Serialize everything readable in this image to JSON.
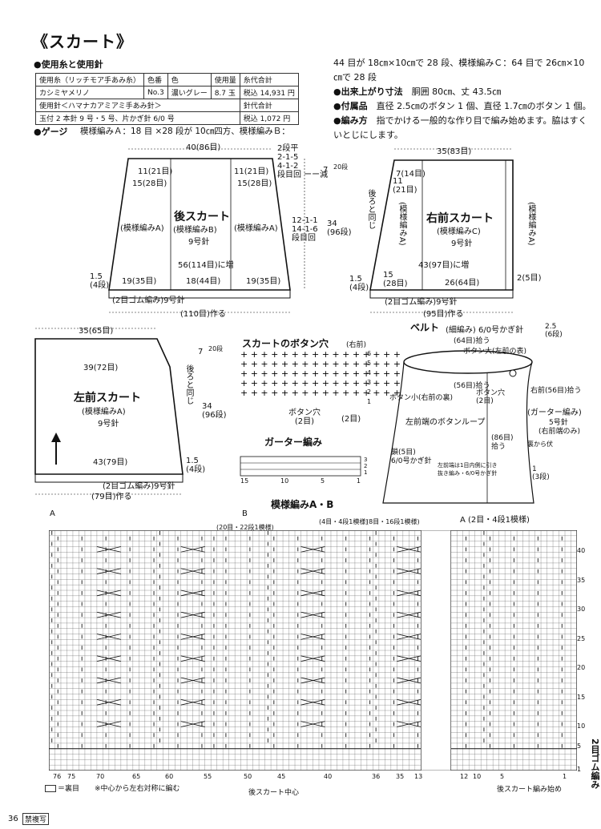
{
  "title": "《スカート》",
  "yarn_section": {
    "heading": "●使用糸と使用針",
    "rows": [
      [
        "使用糸（リッチモア手あみ糸）",
        "色番",
        "色",
        "使用量",
        "糸代合計"
      ],
      [
        "カシミヤメリノ",
        "No.3",
        "濃いグレー",
        "8.7 玉",
        "税込 14,931 円"
      ],
      [
        "使用針＜ハマナカアミアミ手あみ針＞",
        "",
        "",
        "",
        "針代合計"
      ],
      [
        "玉付 2 本針 9 号・5 号、片かぎ針 6/0 号",
        "",
        "",
        "",
        "税込 1,072 円"
      ]
    ]
  },
  "gauge": {
    "label": "●ゲージ",
    "text": "模様編みＡ：18 目 ×28 段が 10㎝四方、模様編みＢ："
  },
  "right_info": {
    "gauge_cont": "44 目が 18㎝×10㎝で 28 段、模様編みＣ：64 目で 26㎝×10",
    "gauge_cont2": "㎝で 28 段",
    "size_label": "●出来上がり寸法",
    "size_text": "胴囲 80㎝、丈 43.5㎝",
    "notions_label": "●付属品",
    "notions_text": "直径 2.5㎝のボタン 1 個、直径 1.7㎝のボタン 1 個。",
    "method_label": "●編み方",
    "method_text": "指でかける一般的な作り目で編み始めます。脇はすく",
    "method_text2": "いとじにします。"
  },
  "back_skirt": {
    "title": "後スカート",
    "needle": "9号針",
    "pattern_b": "(模様編みB)",
    "pattern_a_left": "(模様編みA)",
    "pattern_a_right": "(模様編みA)",
    "top_width": "40(86目)",
    "top_left": "11(21目)",
    "top_right": "11(21目)",
    "upper_left": "15(28目)",
    "upper_right": "15(28目)",
    "decrease": "2段平\n2-1-5\n4-1-2\n段目回 ーー減",
    "side_right": "12-1-1\n14-1-6\n段目回",
    "increase": "56(114目)に増",
    "bottom_left": "19(35目)",
    "bottom_mid": "18(44目)",
    "bottom_right": "19(35目)",
    "rib_height": "1.5\n(4段)",
    "rib": "(2目ゴム編み)9号針",
    "cast_on": "(110目)作る",
    "height": "34\n(96段)",
    "top_height": "7"
  },
  "right_front": {
    "title": "右前スカート",
    "pattern": "(模様編みC)",
    "pattern_a_left": "(模様編みA)",
    "pattern_a_right": "(模様編みA)",
    "needle": "9号針",
    "top_width": "35(83目)",
    "top1": "7(14目)",
    "top2": "11\n(21目)",
    "same_as_back": "後ろと同じ",
    "height_top": "7",
    "height_top_rows": "20段",
    "height": "34\n(96段)",
    "increase": "43(97目)に増",
    "bottom_left": "15\n(28目)",
    "bottom_right": "26(64目)",
    "side_right": "2(5目)",
    "rib_height": "1.5\n(4段)",
    "rib": "(2目ゴム編み)9号針",
    "cast_on": "(95目)作る"
  },
  "left_front": {
    "title": "左前スカート",
    "pattern": "(模様編みA)",
    "needle": "9号針",
    "top_width": "35(65目)",
    "upper": "39(72目)",
    "same_as_back": "後ろと同じ",
    "height_top": "7",
    "height_top_rows": "20段",
    "height": "34\n(96段)",
    "bottom": "43(79目)",
    "rib_height": "1.5\n(4段)",
    "rib": "(2目ゴム編み)9号針",
    "cast_on": "(79目)作る"
  },
  "buttonhole": {
    "title": "スカートのボタン穴",
    "subtitle": "(右前)",
    "label_hole": "ボタン穴\n(2目)",
    "label_2": "(2目)",
    "rows": [
      "6",
      "5",
      "4",
      "3",
      "2",
      "1"
    ]
  },
  "garter": {
    "title": "ガーター編み",
    "numbers": [
      "15",
      "10",
      "5",
      "1"
    ],
    "rows": [
      "3",
      "2",
      "1"
    ]
  },
  "belt": {
    "title": "ベルト",
    "title_sub": "(細編み) 6/0号かぎ針",
    "pick1": "(64目)拾う",
    "btn_large": "ボタン大(左前の表)",
    "btn_small": "ボタン小(右前の裏)",
    "pick2": "(56目)拾う",
    "btn_hole": "ボタン穴\n(2目)",
    "right_pick": "右前(56目)拾う",
    "loop_title": "左前端のボタンループ",
    "garter": "(ガーター編み)",
    "garter_needle": "5号針",
    "garter_sub": "(右前端のみ)",
    "chain": "鎖(5目)\n6/0号かぎ針",
    "pick3": "(86目)\n拾う",
    "from_back": "裏から伏",
    "note": "左前端は1目内側に引き\n抜き編み・6/0号かぎ針",
    "width_top": "2.5\n(6段)",
    "height_right": "1\n(3段)"
  },
  "pattern_chart": {
    "title": "模様編みA・B",
    "label_a_left": "A",
    "label_b": "B",
    "label_a_right": "A (2目・4段1模様)",
    "repeat_20": "(20目・22段1模様)",
    "repeat_4": "(4目・4段1模様)",
    "repeat_8": "(8目・16段1模様)",
    "row_numbers": [
      "40",
      "35",
      "30",
      "25",
      "20",
      "15",
      "10",
      "5",
      "1"
    ],
    "col_numbers": [
      "76",
      "75",
      "70",
      "65",
      "60",
      "55",
      "50",
      "45",
      "40",
      "36",
      "35",
      "13",
      "12",
      "10",
      "5",
      "1"
    ],
    "legend": "＝裏目",
    "legend_note": "※中心から左右対称に編む",
    "center": "後スカート中心",
    "start": "後スカート編み始め",
    "rib_vertical": "2目ゴム編み"
  },
  "footer": {
    "page": "36",
    "stamp": "禁複写"
  }
}
